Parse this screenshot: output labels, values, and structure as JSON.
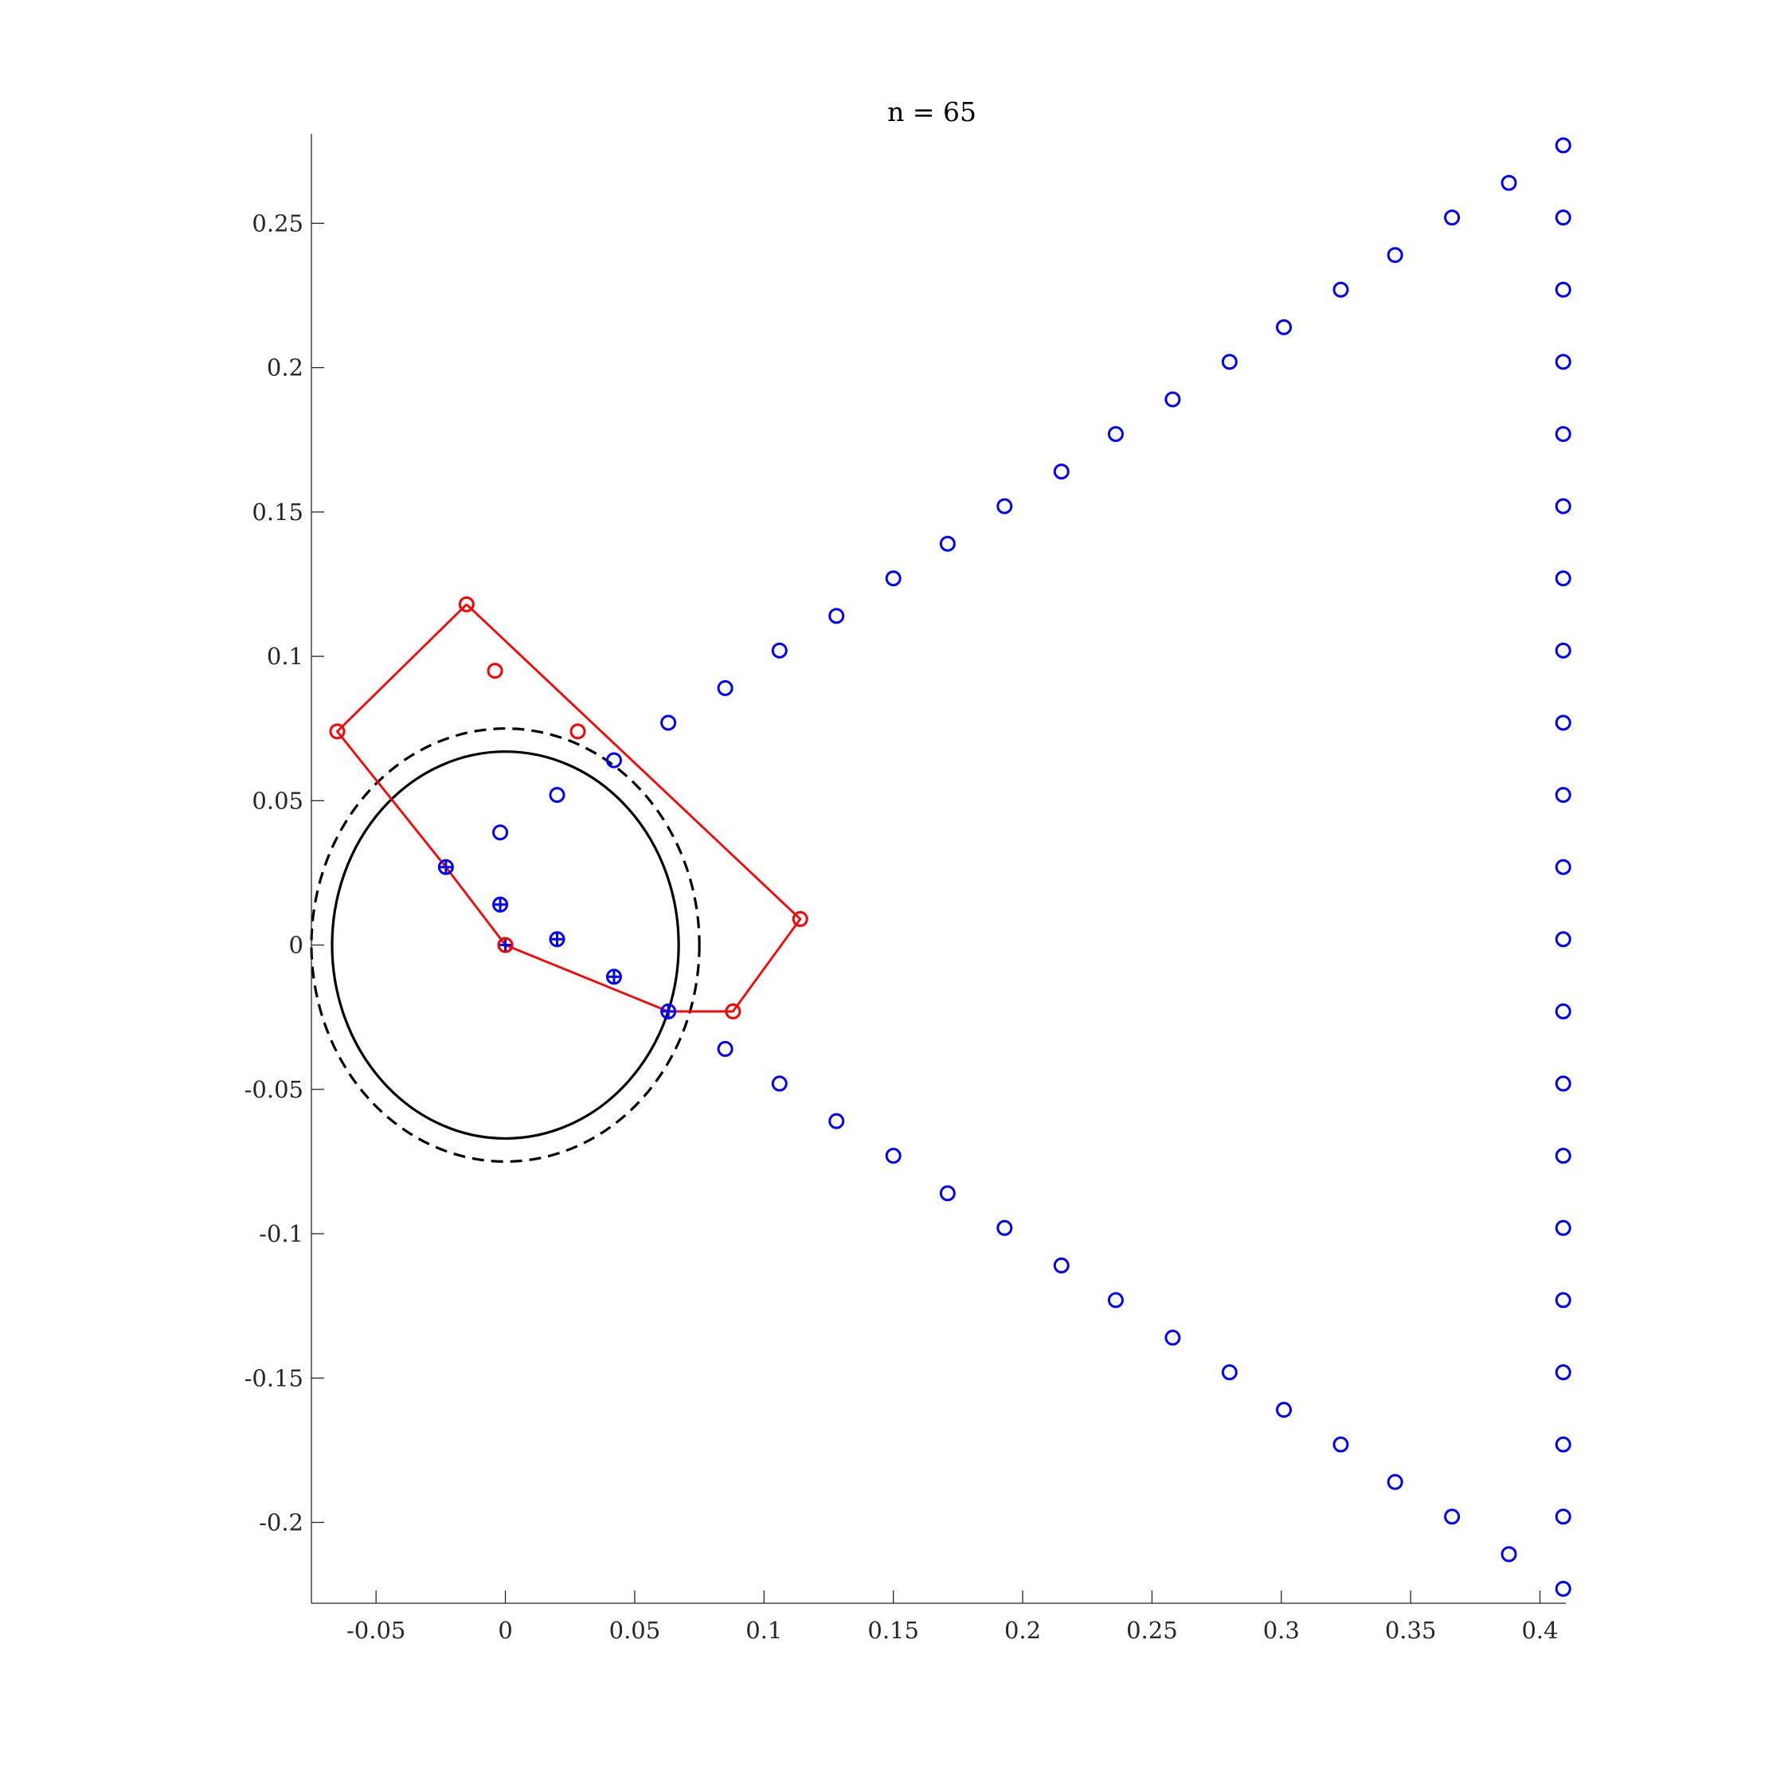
{
  "chart_data": {
    "type": "scatter",
    "title": "n = 65",
    "xlabel": "",
    "ylabel": "",
    "xlim": [
      -0.075,
      0.41
    ],
    "ylim": [
      -0.228,
      0.281
    ],
    "xticks": [
      -0.05,
      0,
      0.05,
      0.1,
      0.15,
      0.2,
      0.25,
      0.3,
      0.35,
      0.4
    ],
    "xtick_labels": [
      "-0.05",
      "0",
      "0.05",
      "0.1",
      "0.15",
      "0.2",
      "0.25",
      "0.3",
      "0.35",
      "0.4"
    ],
    "yticks": [
      -0.2,
      -0.15,
      -0.1,
      -0.05,
      0,
      0.05,
      0.1,
      0.15,
      0.2,
      0.25
    ],
    "ytick_labels": [
      "-0.2",
      "-0.15",
      "-0.1",
      "-0.05",
      "0",
      "0.05",
      "0.1",
      "0.15",
      "0.2",
      "0.25"
    ],
    "grid": false,
    "legend": "none",
    "colors": {
      "blue": "#0000ff",
      "red": "#ff0000",
      "black": "#000000"
    },
    "series": [
      {
        "marker": "circle",
        "color": "#0000ff",
        "points": [
          [
            -0.002,
            0.039
          ],
          [
            0.02,
            0.052
          ],
          [
            0.042,
            0.064
          ],
          [
            0.063,
            0.077
          ],
          [
            0.085,
            0.089
          ],
          [
            0.106,
            0.102
          ],
          [
            0.128,
            0.114
          ],
          [
            0.15,
            0.127
          ],
          [
            0.171,
            0.139
          ],
          [
            0.193,
            0.152
          ],
          [
            0.215,
            0.164
          ],
          [
            0.236,
            0.177
          ],
          [
            0.258,
            0.189
          ],
          [
            0.28,
            0.202
          ],
          [
            0.301,
            0.214
          ],
          [
            0.323,
            0.227
          ],
          [
            0.344,
            0.239
          ],
          [
            0.366,
            0.252
          ],
          [
            0.388,
            0.264
          ],
          [
            0.409,
            0.277
          ],
          [
            0.409,
            0.252
          ],
          [
            0.409,
            0.227
          ],
          [
            0.409,
            0.202
          ],
          [
            0.409,
            0.177
          ],
          [
            0.409,
            0.152
          ],
          [
            0.409,
            0.127
          ],
          [
            0.409,
            0.102
          ],
          [
            0.409,
            0.077
          ],
          [
            0.409,
            0.052
          ],
          [
            0.409,
            0.027
          ],
          [
            0.409,
            0.002
          ],
          [
            0.409,
            -0.023
          ],
          [
            0.409,
            -0.048
          ],
          [
            0.409,
            -0.073
          ],
          [
            0.409,
            -0.098
          ],
          [
            0.409,
            -0.123
          ],
          [
            0.409,
            -0.148
          ],
          [
            0.409,
            -0.173
          ],
          [
            0.409,
            -0.198
          ],
          [
            0.409,
            -0.223
          ],
          [
            0.388,
            -0.211
          ],
          [
            0.366,
            -0.198
          ],
          [
            0.344,
            -0.186
          ],
          [
            0.323,
            -0.173
          ],
          [
            0.301,
            -0.161
          ],
          [
            0.28,
            -0.148
          ],
          [
            0.258,
            -0.136
          ],
          [
            0.236,
            -0.123
          ],
          [
            0.215,
            -0.111
          ],
          [
            0.193,
            -0.098
          ],
          [
            0.171,
            -0.086
          ],
          [
            0.15,
            -0.073
          ],
          [
            0.128,
            -0.061
          ],
          [
            0.106,
            -0.048
          ],
          [
            0.085,
            -0.036
          ]
        ]
      },
      {
        "marker": "circle-plus",
        "color": "#0000ff",
        "points": [
          [
            -0.023,
            0.027
          ],
          [
            -0.002,
            0.014
          ],
          [
            0.0,
            0.0
          ],
          [
            0.02,
            0.002
          ],
          [
            0.042,
            -0.011
          ],
          [
            0.063,
            -0.023
          ]
        ]
      },
      {
        "marker": "circle",
        "color": "#ff0000",
        "points": [
          [
            -0.065,
            0.074
          ],
          [
            -0.015,
            0.118
          ],
          [
            -0.004,
            0.095
          ],
          [
            0.028,
            0.074
          ],
          [
            0.114,
            0.009
          ],
          [
            0.088,
            -0.023
          ],
          [
            0.0,
            0.0
          ]
        ]
      },
      {
        "marker": "line",
        "color": "#ff0000",
        "points": [
          [
            -0.015,
            0.118
          ],
          [
            -0.065,
            0.074
          ],
          [
            -0.023,
            0.027
          ],
          [
            0.0,
            0.0
          ],
          [
            0.063,
            -0.023
          ],
          [
            0.088,
            -0.023
          ],
          [
            0.114,
            0.009
          ],
          [
            -0.015,
            0.118
          ]
        ]
      }
    ],
    "ellipses": [
      {
        "center": [
          0,
          0
        ],
        "rx": 0.067,
        "ry": 0.067,
        "style": "solid",
        "color": "#000000"
      },
      {
        "center": [
          0,
          0
        ],
        "rx": 0.075,
        "ry": 0.075,
        "style": "dashed",
        "color": "#000000"
      }
    ]
  }
}
